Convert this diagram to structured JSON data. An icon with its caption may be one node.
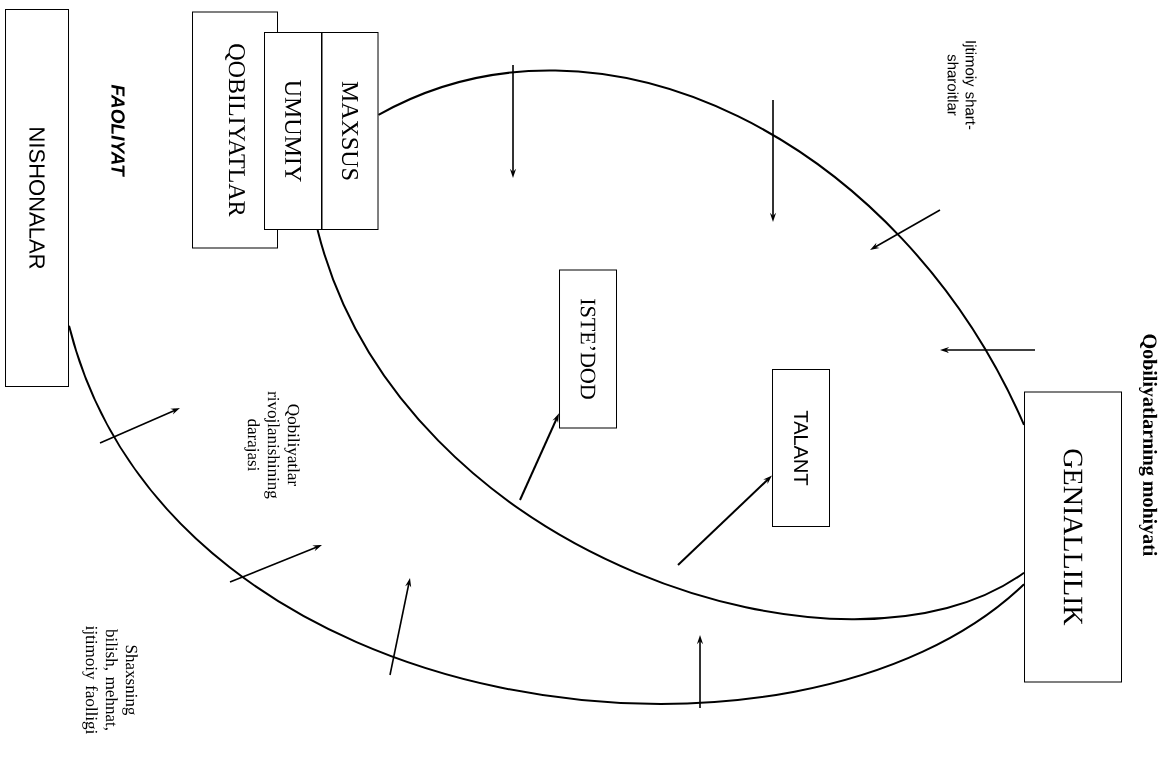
{
  "diagram": {
    "title": "Qobiliyatlarning mohiyati",
    "nodes": [
      {
        "text": [
          "QOBILIYATLAR"
        ]
      },
      {
        "text": [
          "UMUMIY"
        ]
      },
      {
        "text": [
          "MAXSUS"
        ]
      },
      {
        "text": [
          "NISHONALAR"
        ]
      },
      {
        "text": [
          "ISTE’DOD"
        ]
      },
      {
        "text": [
          "TALANT"
        ]
      },
      {
        "text": [
          "GENIALLILIK"
        ]
      }
    ],
    "edges": [
      {
        "from": 2,
        "to": 6,
        "arrow": "none"
      },
      {
        "from": 1,
        "to": 6,
        "arrow": "none"
      },
      {
        "from": 3,
        "to": 6,
        "arrow": "none"
      },
      {
        "from": null,
        "to": 4,
        "arrow": "to"
      },
      {
        "from": null,
        "to": 5,
        "arrow": "to"
      }
    ],
    "labels": [
      "Ijtimoiy shart-sharoitlar",
      "FAOLIYAT",
      "Qobiliyatlar rivojlanishining darajasi",
      "Shaxsning bilish, mehnat, ijtimoiy faolligi"
    ]
  }
}
